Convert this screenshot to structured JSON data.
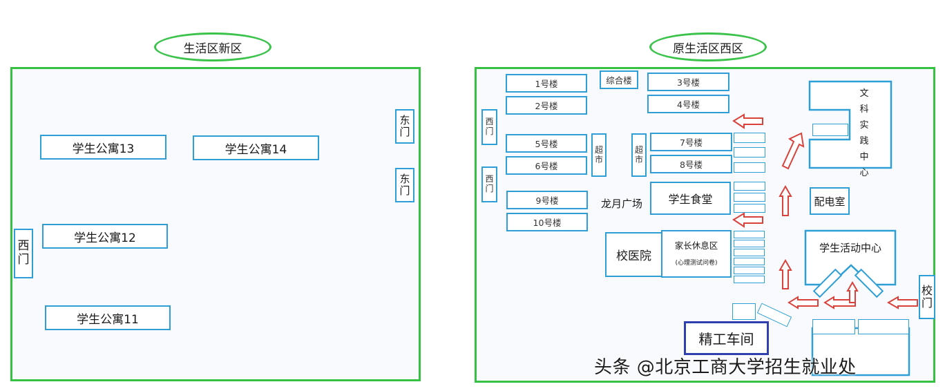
{
  "new_zone": {
    "title": "生活区新区",
    "buildings": {
      "apt13": "学生公寓13",
      "apt14": "学生公寓14",
      "apt12": "学生公寓12",
      "apt11": "学生公寓11",
      "east_gate_1": "东门",
      "east_gate_2": "东门",
      "west_gate": "西门"
    }
  },
  "old_zone": {
    "title": "原生活区西区",
    "buildings": {
      "b1": "1号楼",
      "b2": "2号楼",
      "composite": "综合楼",
      "b3": "3号楼",
      "b4": "4号楼",
      "west_gate_1": "西门",
      "west_gate_2": "西门",
      "b5": "5号楼",
      "b6": "6号楼",
      "supermarket_1": "超市",
      "supermarket_2": "超市",
      "b7": "7号楼",
      "b8": "8号楼",
      "b9": "9号楼",
      "b10": "10号楼",
      "plaza": "龙月广场",
      "canteen": "学生食堂",
      "hospital": "校医院",
      "parent_lounge": "家长休息区",
      "parent_lounge_sub": "(心理测试问卷)",
      "power_room": "配电室",
      "activity_center": "学生活动中心",
      "school_gate": "校门",
      "workshop": "精工车间",
      "arts_lab": "文科实践中心",
      "arts_lab_room": "",
      "small_labels": []
    }
  },
  "watermark": "头条 @北京工商大学招生就业处",
  "colors": {
    "zone_border": "#35c243",
    "building_border": "#2e9fd6",
    "workshop_border": "#2f3fae",
    "arrow": "#d9413b"
  }
}
